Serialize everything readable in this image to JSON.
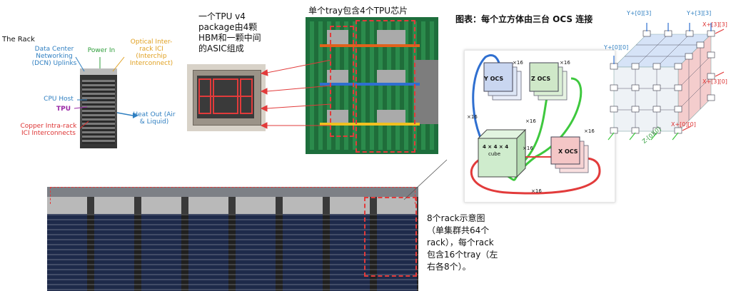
{
  "rack": {
    "title": "The Rack",
    "dcn": "Data Center Networking (DCN) Uplinks",
    "power_in": "Power In",
    "optical": "Optical Inter-rack ICI (Interchip Interconnect)",
    "cpu_host": "CPU Host",
    "tpu": "TPU",
    "heat_out": "Heat Out (Air & Liquid)",
    "copper": "Copper Intra-rack ICI Interconnects"
  },
  "package": {
    "line1": "一个TPU v4",
    "line2": "package由4颗",
    "line3": "HBM和一颗中间",
    "line4": "的ASIC组成"
  },
  "tray": {
    "caption": "单个tray包含4个TPU芯片"
  },
  "ocs": {
    "title": "图表：每个立方体由三台 OCS 连接",
    "y_ocs": "Y OCS",
    "z_ocs": "Z OCS",
    "x_ocs": "X OCS",
    "cube_line1": "4 × 4 × 4",
    "cube_line2": "cube",
    "mult_x16": "×16",
    "mult_stack": "×16"
  },
  "grid": {
    "y00_top": "Y+[0][0]",
    "y03": "Y+[0][3]",
    "y33": "Y+[3][3]",
    "x33": "X+[3][3]",
    "y00": "Y+[0][0]",
    "x30": "X+[3][0]",
    "x00": "X+[0][0]",
    "z00": "Z-[0][0]"
  },
  "racks": {
    "caption_l1": "8个rack示意图",
    "caption_l2": "（单集群共64个",
    "caption_l3": "rack），每个rack",
    "caption_l4": "包含16个tray（左",
    "caption_l5": "右各8个）。"
  },
  "colors": {
    "blue": "#2f6fd0",
    "green": "#3ec83e",
    "red": "#e23b3b",
    "y_ocs_fill": "#c9d6f0",
    "z_ocs_fill": "#cfe8c8",
    "x_ocs_fill": "#f4c6c6",
    "cube_fill": "#cfeccd"
  }
}
